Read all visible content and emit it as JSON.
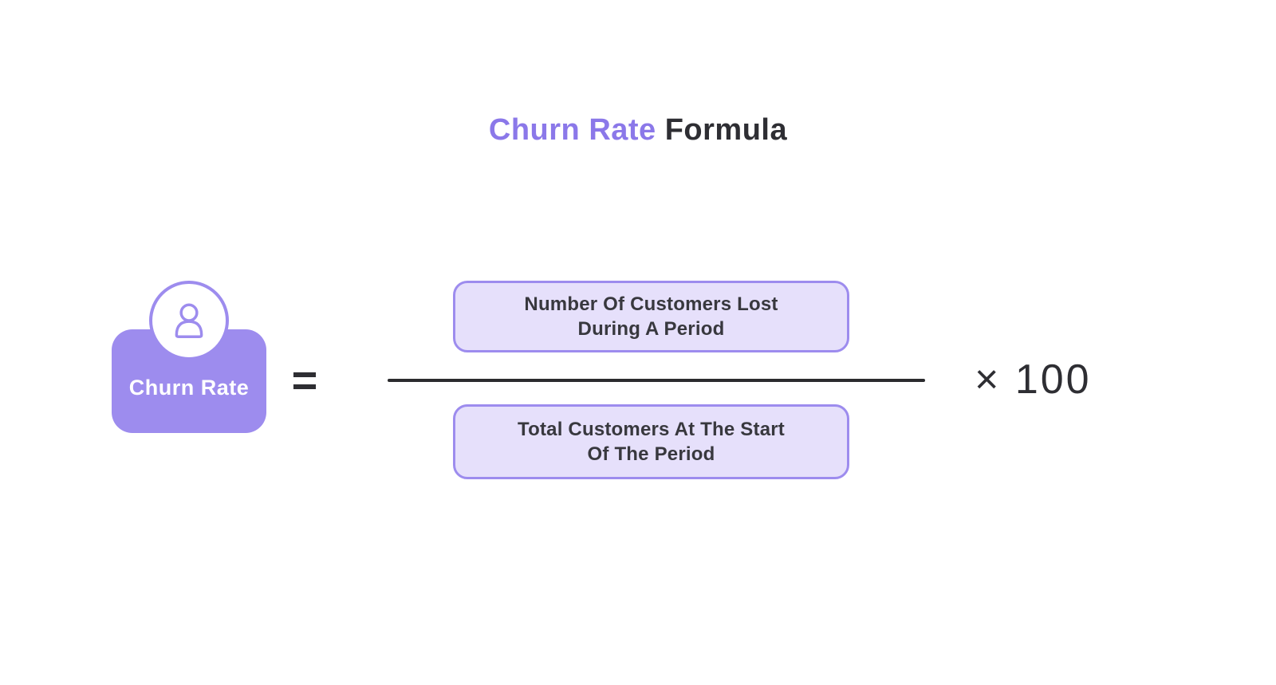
{
  "title": {
    "highlight": "Churn Rate",
    "rest": "Formula"
  },
  "formula": {
    "badge": {
      "label": "Churn Rate",
      "icon": "person-icon"
    },
    "equals_sign": "=",
    "numerator": {
      "line1": "Number Of Customers Lost",
      "line2": "During A Period"
    },
    "denominator": {
      "line1": "Total Customers At The Start",
      "line2": "Of The Period"
    },
    "multiplier": "× 100"
  },
  "colors": {
    "accent_purple": "#9d8cee",
    "title_purple": "#8b78e9",
    "light_purple_fill": "#e6e0fb",
    "dark_text": "#2e2e33",
    "badge_text": "#ffffff",
    "background": "#ffffff"
  }
}
